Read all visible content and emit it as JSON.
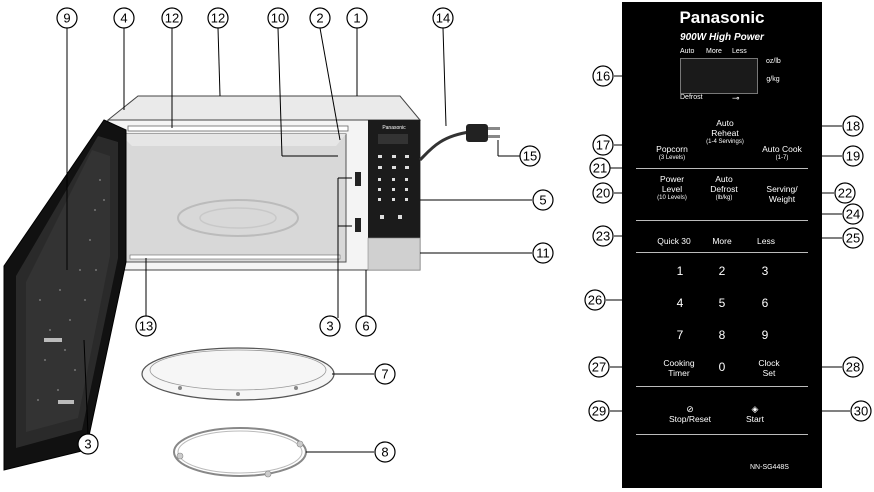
{
  "callouts": [
    "1",
    "2",
    "3",
    "4",
    "5",
    "6",
    "7",
    "8",
    "9",
    "10",
    "11",
    "12",
    "13",
    "14",
    "15",
    "16",
    "17",
    "18",
    "19",
    "20",
    "21",
    "22",
    "23",
    "24",
    "25",
    "26",
    "27",
    "28",
    "29",
    "30",
    "3",
    "12"
  ],
  "panel": {
    "brand": "Panasonic",
    "power": "900W High Power",
    "display_top": {
      "auto": "Auto",
      "more": "More",
      "less": "Less"
    },
    "unit_oz_lb": "oz/lb",
    "unit_g_kg": "g/kg",
    "defrost_label": "Defrost",
    "lock_icon_label": "",
    "buttons": {
      "popcorn": "Popcorn",
      "popcorn_sub": "(3 Levels)",
      "auto_reheat_1": "Auto",
      "auto_reheat_2": "Reheat",
      "auto_reheat_sub": "(1-4 Servings)",
      "auto_cook": "Auto Cook",
      "auto_cook_sub": "(1-7)",
      "power_1": "Power",
      "power_2": "Level",
      "power_sub": "(10 Levels)",
      "auto_defrost_1": "Auto",
      "auto_defrost_2": "Defrost",
      "auto_defrost_sub": "(lb/kg)",
      "serving_1": "Serving/",
      "serving_2": "Weight",
      "quick30": "Quick 30",
      "more": "More",
      "less": "Less",
      "cooking_1": "Cooking",
      "cooking_2": "Timer",
      "clock_1": "Clock",
      "clock_2": "Set",
      "stop": "Stop/Reset",
      "start": "Start"
    },
    "keypad": [
      "1",
      "2",
      "3",
      "4",
      "5",
      "6",
      "7",
      "8",
      "9",
      "0"
    ],
    "model": "NN-SG448S"
  },
  "mini_panel": {
    "brand": "Panasonic"
  }
}
